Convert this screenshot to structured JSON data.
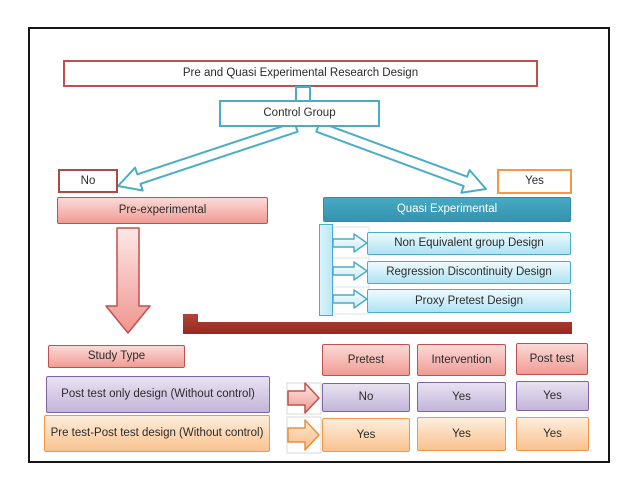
{
  "theme": {
    "red_border": "#C0504D",
    "red_dark_bar": "#A23329",
    "blue_border": "#4BACC6",
    "teal_fill": "#3A9DB8",
    "orange_border": "#F79646",
    "purple_border": "#8064A2"
  },
  "diagram": {
    "title": "Pre and Quasi Experimental Research Design",
    "control_group": "Control Group",
    "no_label": "No",
    "yes_label": "Yes",
    "pre_experimental": "Pre-experimental",
    "quasi_experimental": "Quasi Experimental",
    "quasi_types": [
      "Non Equivalent group Design",
      "Regression Discontinuity Design",
      "Proxy Pretest Design"
    ],
    "table": {
      "row_header": "Study Type",
      "columns": [
        "Pretest",
        "Intervention",
        "Post test"
      ],
      "rows": [
        {
          "design": "Post test only design (Without control)",
          "values": [
            "No",
            "Yes",
            "Yes"
          ]
        },
        {
          "design": "Pre test-Post test design (Without control)",
          "values": [
            "Yes",
            "Yes",
            "Yes"
          ]
        }
      ]
    }
  }
}
